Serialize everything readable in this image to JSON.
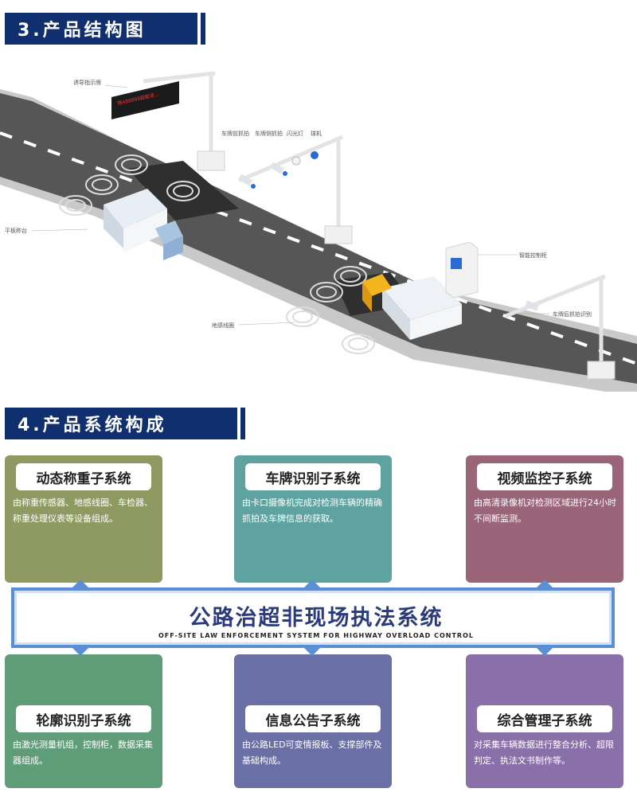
{
  "section3": {
    "title": "3.产品结构图"
  },
  "section4": {
    "title": "4.产品系统构成"
  },
  "diagram": {
    "labels": {
      "guide_sign": "诱导指示牌",
      "front_capture": "车牌前抓拍",
      "side_capture": "车牌侧抓拍",
      "flash": "闪光灯",
      "dome_camera": "球机",
      "platform_scale": "平板称台",
      "smart_cabinet": "智能控制柜",
      "rear_capture": "车牌后抓拍识别",
      "ground_coil": "地感线圈",
      "sign_text": "豫A88888超载请..."
    }
  },
  "subsystems": [
    {
      "title": "动态称重子系统",
      "desc": "由称重传感器、地感线圈、车检器、称重处理仪表等设备组成。",
      "color": "#8f9a63"
    },
    {
      "title": "车牌识别子系统",
      "desc": "由卡口摄像机完成对检测车辆的精确抓拍及车牌信息的获取。",
      "color": "#5fa3a1"
    },
    {
      "title": "视频监控子系统",
      "desc": "由高清录像机对检测区域进行24小时不间断监测。",
      "color": "#9a6479"
    },
    {
      "title": "轮廓识别子系统",
      "desc": "由激光测量机组，控制柜，数据采集器组成。",
      "color": "#5f9d79"
    },
    {
      "title": "信息公告子系统",
      "desc": "由公路LED可变情报板、支撑部件及基础构成。",
      "color": "#6a6fa6"
    },
    {
      "title": "综合管理子系统",
      "desc": "对采集车辆数据进行整合分析、超限判定、执法文书制作等。",
      "color": "#8a70a8"
    }
  ],
  "center": {
    "title": "公路治超非现场执法系统",
    "subtitle": "OFF-SITE LAW ENFORCEMENT SYSTEM FOR HIGHWAY OVERLOAD CONTROL"
  }
}
